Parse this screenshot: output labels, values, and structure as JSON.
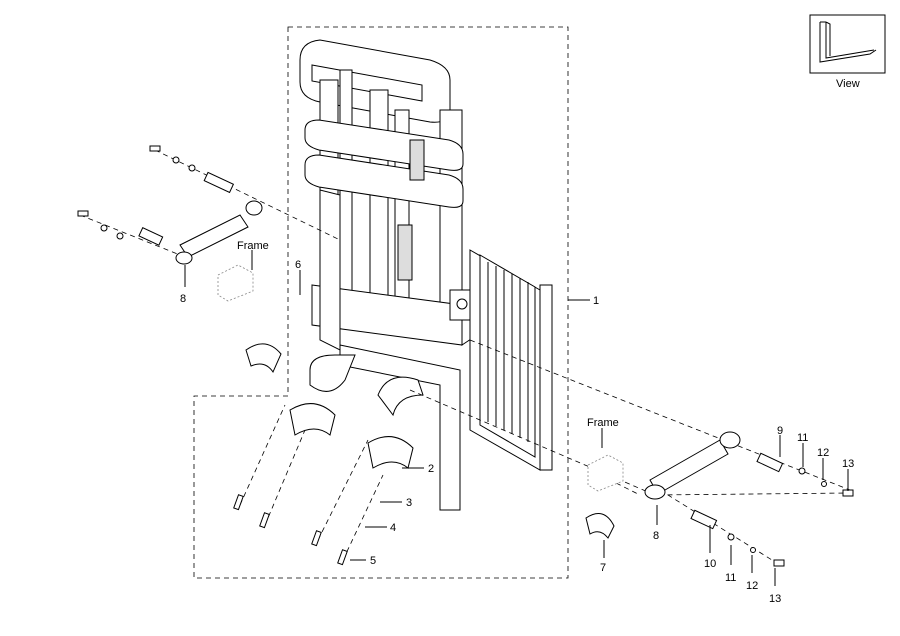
{
  "diagram": {
    "view_label": "View",
    "frame_labels": [
      "Frame",
      "Frame"
    ],
    "callouts": {
      "c1": "1",
      "c2": "2",
      "c3": "3",
      "c4": "4",
      "c5": "5",
      "c6": "6",
      "c7": "7",
      "c8_left": "8",
      "c8_right": "8",
      "c9": "9",
      "c10": "10",
      "c11_upper": "11",
      "c11_lower": "11",
      "c12_upper": "12",
      "c12_lower": "12",
      "c13_upper": "13",
      "c13_lower": "13"
    }
  }
}
